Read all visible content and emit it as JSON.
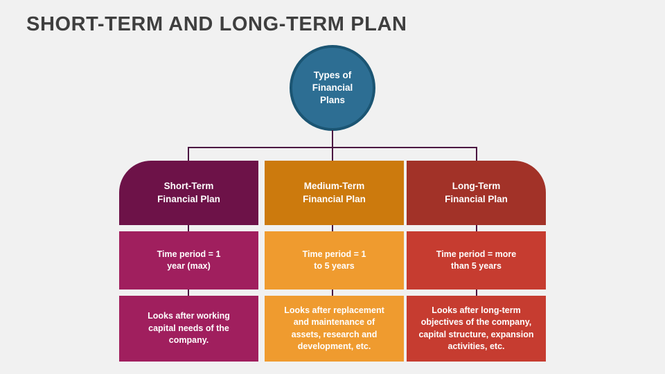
{
  "slide": {
    "title": "SHORT-TERM AND LONG-TERM PLAN",
    "background_color": "#f1f1f1",
    "title_color": "#3f3f3f"
  },
  "root_node": {
    "label": "Types of\nFinancial\nPlans",
    "fill_color": "#2d6e93",
    "border_color": "#1b5573",
    "text_color": "#ffffff"
  },
  "connector": {
    "color": "#4a1541"
  },
  "columns": [
    {
      "key": "short-term",
      "header": "Short-Term\nFinancial Plan",
      "period": "Time period = 1\nyear (max)",
      "description": "Looks after working\ncapital needs of the\ncompany.",
      "header_color": "#6d1248",
      "body_color": "#a01f5e",
      "text_color": "#ffffff"
    },
    {
      "key": "medium-term",
      "header": "Medium-Term\nFinancial Plan",
      "period": "Time period = 1\nto 5 years",
      "description": "Looks after replacement\nand maintenance of\nassets, research and\ndevelopment, etc.",
      "header_color": "#cc7a0d",
      "body_color": "#ef9b2f",
      "text_color": "#ffffff"
    },
    {
      "key": "long-term",
      "header": "Long-Term\nFinancial Plan",
      "period": "Time period = more\nthan 5 years",
      "description": "Looks after long-term\nobjectives of the company,\ncapital structure, expansion\nactivities, etc.",
      "header_color": "#a23228",
      "body_color": "#c63c30",
      "text_color": "#ffffff"
    }
  ]
}
